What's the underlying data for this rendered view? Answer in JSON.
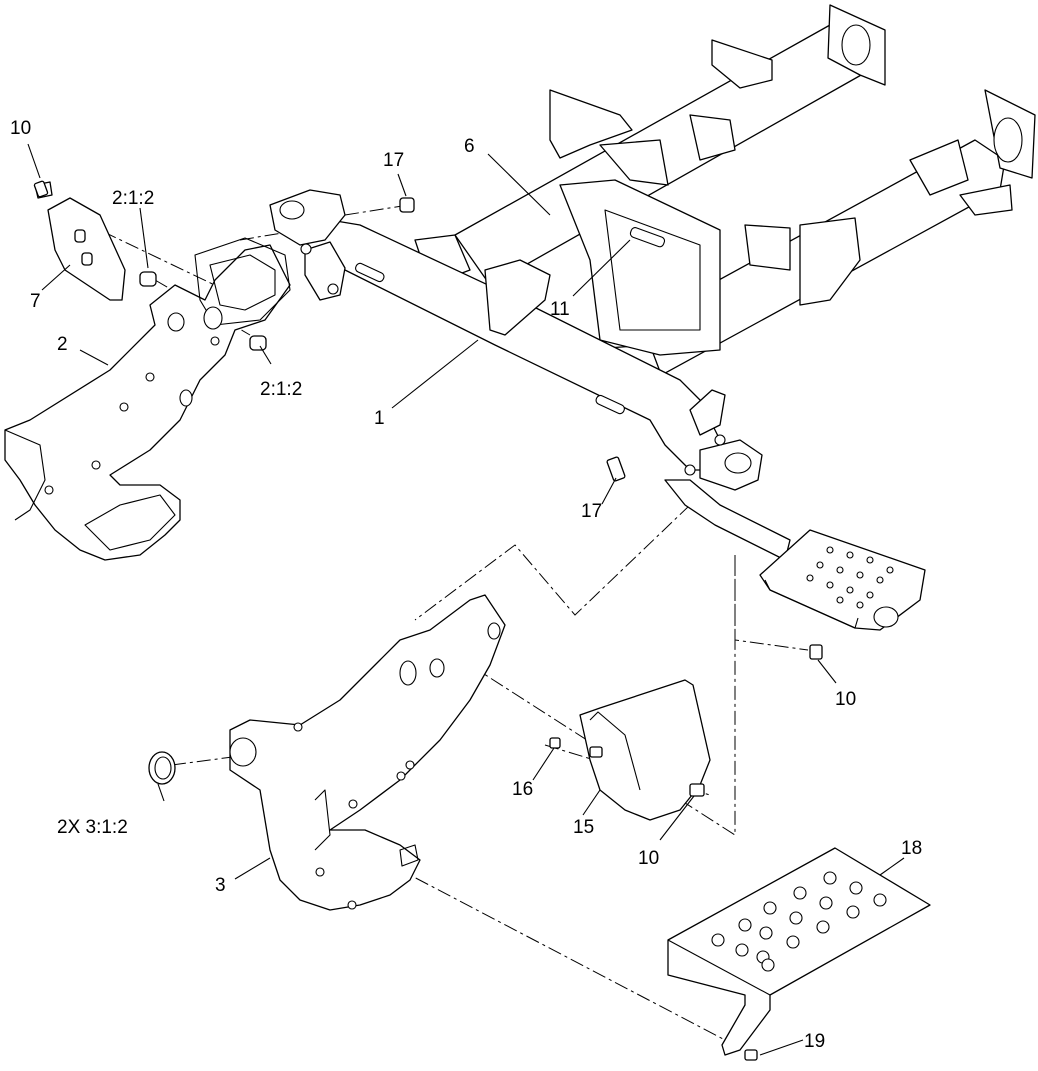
{
  "callouts": {
    "c1": "1",
    "c2": "2",
    "c3": "3",
    "c6": "6",
    "c7": "7",
    "c10a": "10",
    "c10b": "10",
    "c10c": "10",
    "c11": "11",
    "c15": "15",
    "c16": "16",
    "c17a": "17",
    "c17b": "17",
    "c18": "18",
    "c19": "19",
    "c212a": "2:1:2",
    "c212b": "2:1:2",
    "c2x312": "2X 3:1:2"
  }
}
